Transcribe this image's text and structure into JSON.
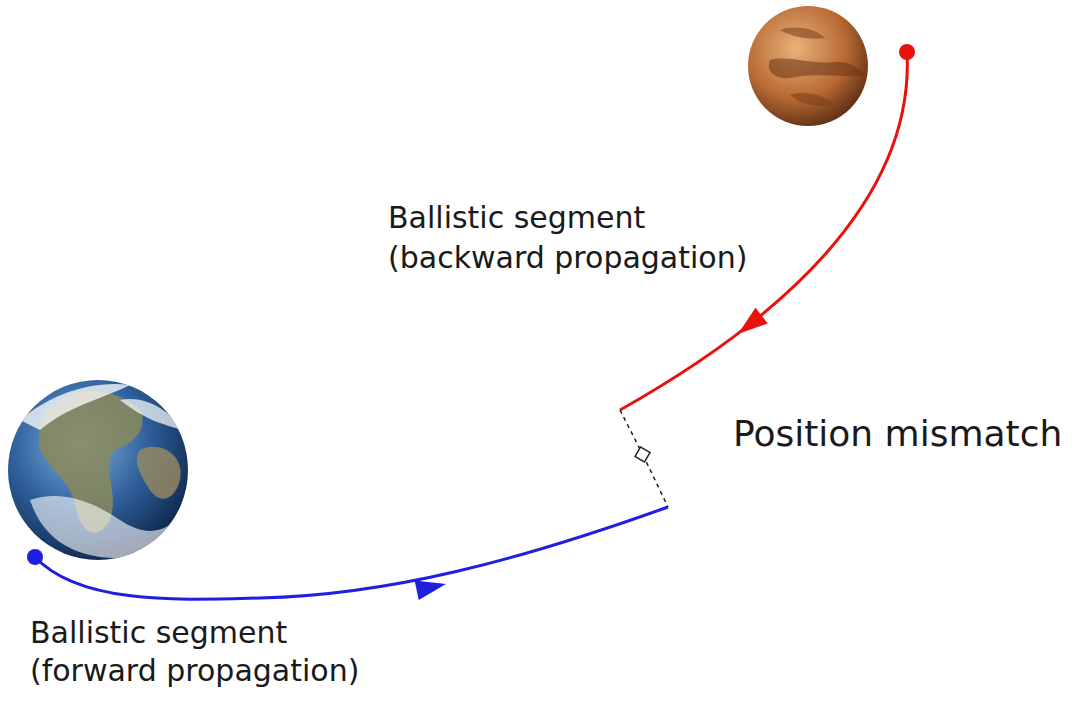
{
  "diagram": {
    "labels": [
      "Ballistic segment (backward propagation)",
      "Position mismatch",
      "Ballistic segment (forward propagation)"
    ]
  }
}
